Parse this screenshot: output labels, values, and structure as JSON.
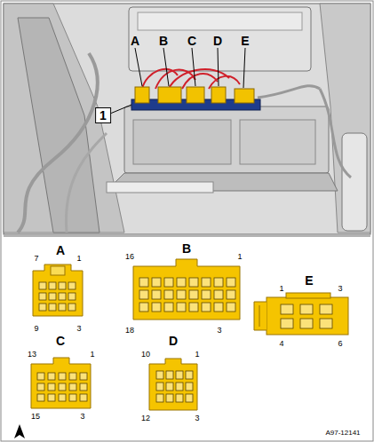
{
  "diagram": {
    "labels": [
      "A",
      "B",
      "C",
      "D",
      "E",
      "1",
      "A",
      "7",
      "1",
      "9",
      "3",
      "B",
      "16",
      "1",
      "18",
      "3",
      "E",
      "1",
      "3",
      "4",
      "6",
      "C",
      "13",
      "1",
      "15",
      "3",
      "D",
      "10",
      "1",
      "12",
      "3",
      "A97-12141"
    ]
  }
}
